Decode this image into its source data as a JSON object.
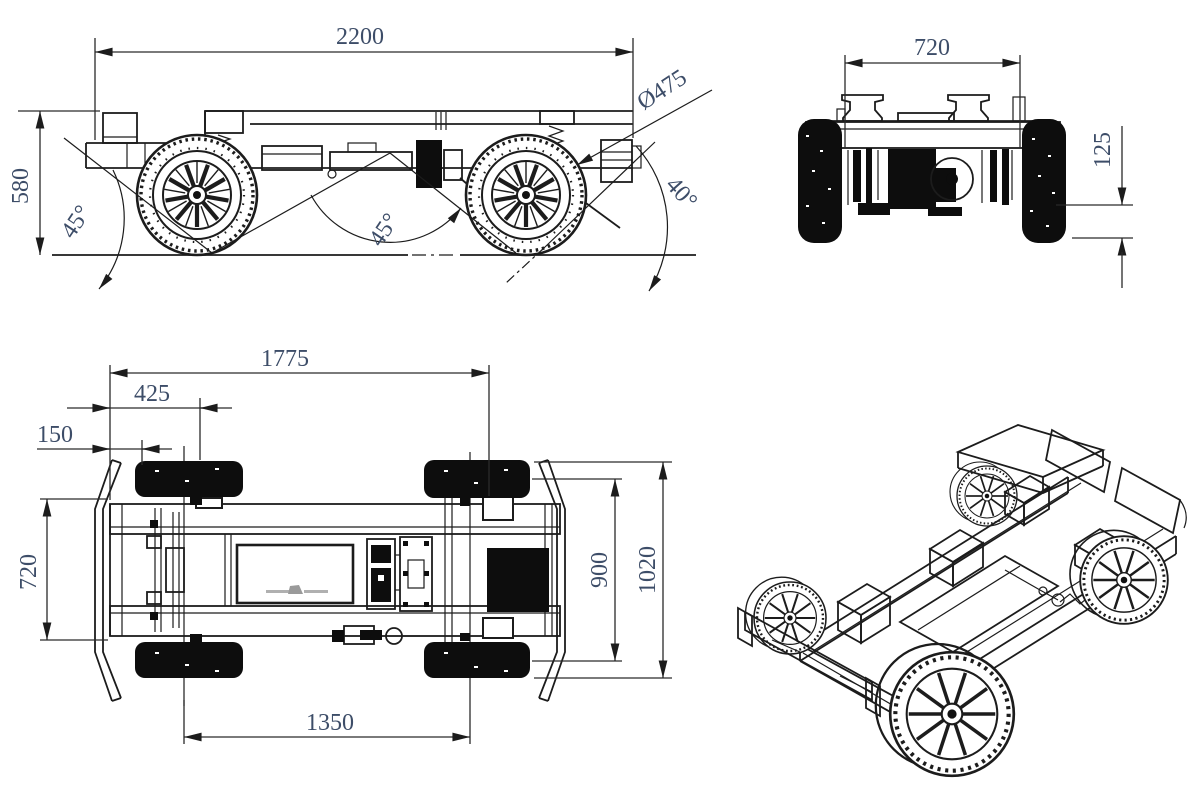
{
  "views": {
    "side": {
      "length": "2200",
      "height": "580",
      "wheel_dia": "Ø475",
      "approach": "45°",
      "breakover": "45°",
      "departure": "40°"
    },
    "front": {
      "track": "720",
      "clearance": "125"
    },
    "top": {
      "frame_length": "1775",
      "front_axle": "425",
      "front_overhang": "150",
      "frame_width": "720",
      "track": "900",
      "overall_width": "1020",
      "wheelbase": "1350"
    }
  },
  "colors": {
    "line": "#1c1c1c",
    "dim_text": "#3d4d68",
    "background": "#ffffff"
  }
}
